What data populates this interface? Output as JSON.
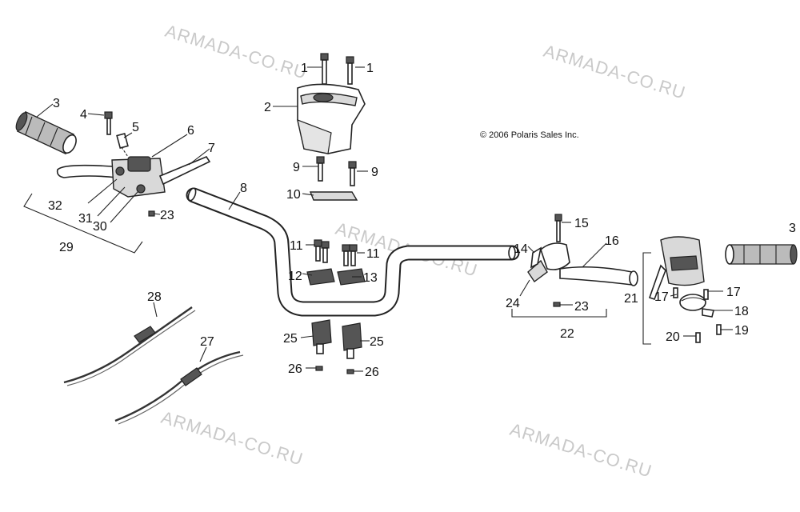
{
  "watermark": "ARMADA-CO.RU",
  "copyright": "© 2006 Polaris Sales Inc.",
  "callouts": {
    "c1a": "1",
    "c1b": "1",
    "c2": "2",
    "c3a": "3",
    "c3b": "3",
    "c4": "4",
    "c5": "5",
    "c6": "6",
    "c7": "7",
    "c8": "8",
    "c9a": "9",
    "c9b": "9",
    "c10": "10",
    "c11a": "11",
    "c11b": "11",
    "c12": "12",
    "c13": "13",
    "c14": "14",
    "c15": "15",
    "c16": "16",
    "c17a": "17",
    "c17b": "17",
    "c18": "18",
    "c19": "19",
    "c20": "20",
    "c21": "21",
    "c22": "22",
    "c23a": "23",
    "c23b": "23",
    "c24": "24",
    "c25a": "25",
    "c25b": "25",
    "c26a": "26",
    "c26b": "26",
    "c27": "27",
    "c28": "28",
    "c29": "29",
    "c30": "30",
    "c31": "31",
    "c32": "32"
  }
}
